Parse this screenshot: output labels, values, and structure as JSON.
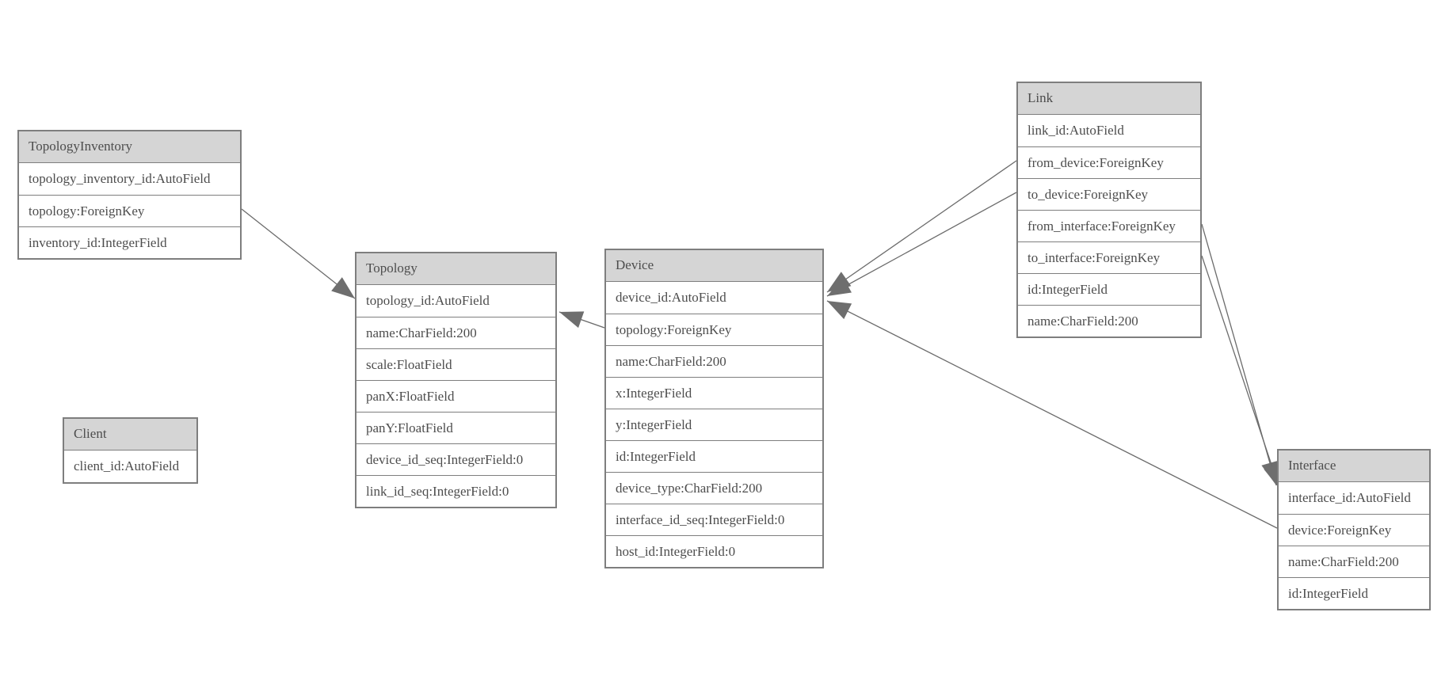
{
  "diagram": {
    "type": "entity-relationship-model",
    "colors": {
      "background": "#ffffff",
      "header_fill": "#d5d5d5",
      "border": "#7e7e7e",
      "text": "#4d4d4d",
      "edge_line": "#6b6b6b",
      "arrowhead_fill": "#6e6e6e"
    },
    "entities": [
      {
        "name": "TopologyInventory",
        "fields": [
          "topology_inventory_id:AutoField",
          "topology:ForeignKey",
          "inventory_id:IntegerField"
        ]
      },
      {
        "name": "Topology",
        "fields": [
          "topology_id:AutoField",
          "name:CharField:200",
          "scale:FloatField",
          "panX:FloatField",
          "panY:FloatField",
          "device_id_seq:IntegerField:0",
          "link_id_seq:IntegerField:0"
        ]
      },
      {
        "name": "Client",
        "fields": [
          "client_id:AutoField"
        ]
      },
      {
        "name": "Device",
        "fields": [
          "device_id:AutoField",
          "topology:ForeignKey",
          "name:CharField:200",
          "x:IntegerField",
          "y:IntegerField",
          "id:IntegerField",
          "device_type:CharField:200",
          "interface_id_seq:IntegerField:0",
          "host_id:IntegerField:0"
        ]
      },
      {
        "name": "Link",
        "fields": [
          "link_id:AutoField",
          "from_device:ForeignKey",
          "to_device:ForeignKey",
          "from_interface:ForeignKey",
          "to_interface:ForeignKey",
          "id:IntegerField",
          "name:CharField:200"
        ]
      },
      {
        "name": "Interface",
        "fields": [
          "interface_id:AutoField",
          "device:ForeignKey",
          "name:CharField:200",
          "id:IntegerField"
        ]
      }
    ],
    "relationships": [
      {
        "from": "TopologyInventory.topology",
        "to": "Topology.topology_id"
      },
      {
        "from": "Device.topology",
        "to": "Topology.topology_id"
      },
      {
        "from": "Link.from_device",
        "to": "Device.device_id"
      },
      {
        "from": "Link.to_device",
        "to": "Device.device_id"
      },
      {
        "from": "Link.from_interface",
        "to": "Interface.interface_id"
      },
      {
        "from": "Link.to_interface",
        "to": "Interface.interface_id"
      },
      {
        "from": "Interface.device",
        "to": "Device.device_id"
      }
    ]
  }
}
